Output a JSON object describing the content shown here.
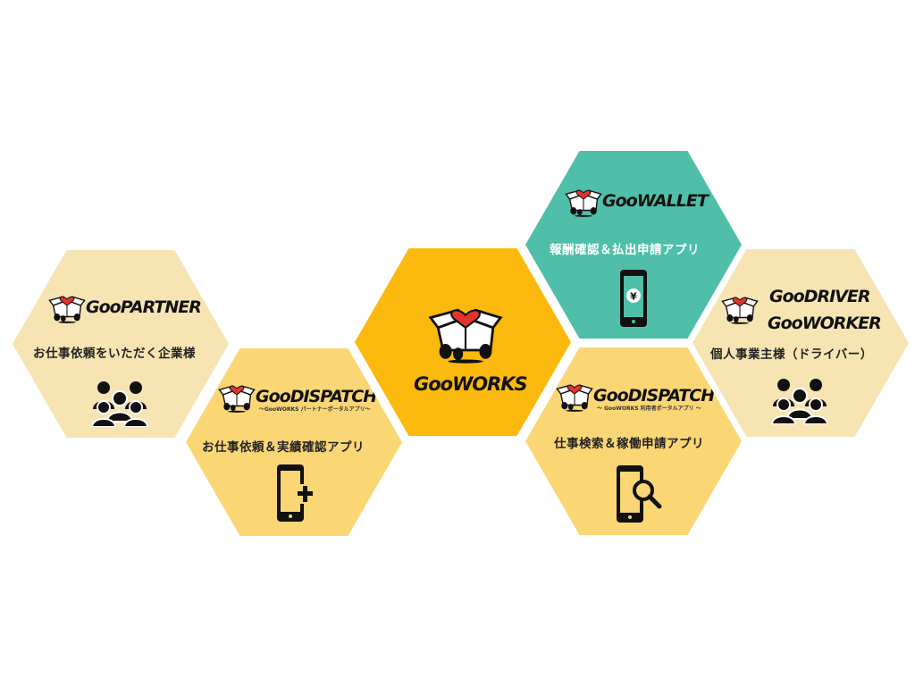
{
  "center": {
    "brand": "GooWORKS"
  },
  "partner": {
    "brand": "GooPARTNER",
    "description": "お仕事依頼をいただく企業様",
    "icon": "group-icon"
  },
  "dispatch_partner": {
    "brand": "GooDISPATCH",
    "subtitle": "〜GooWORKS パートナーポータルアプリ〜",
    "description": "お仕事依頼＆実績確認アプリ",
    "icon": "phone-plus-icon"
  },
  "wallet": {
    "brand": "GooWALLET",
    "description": "報酬確認＆払出申請アプリ",
    "icon": "phone-yen-icon"
  },
  "dispatch_worker": {
    "brand": "GooDISPATCH",
    "subtitle": "〜 GooWORKS 利用者ポータルアプリ 〜",
    "description": "仕事検索＆稼働申請アプリ",
    "icon": "phone-search-icon"
  },
  "driver": {
    "brand_1": "GooDRIVER",
    "brand_2": "GooWORKER",
    "description": "個人事業主様（ドライバー）",
    "icon": "group-icon"
  },
  "colors": {
    "light_cream": "#f7e4b3",
    "yellow": "#fbd675",
    "orange": "#fcb90d",
    "teal": "#4fbfa9"
  }
}
